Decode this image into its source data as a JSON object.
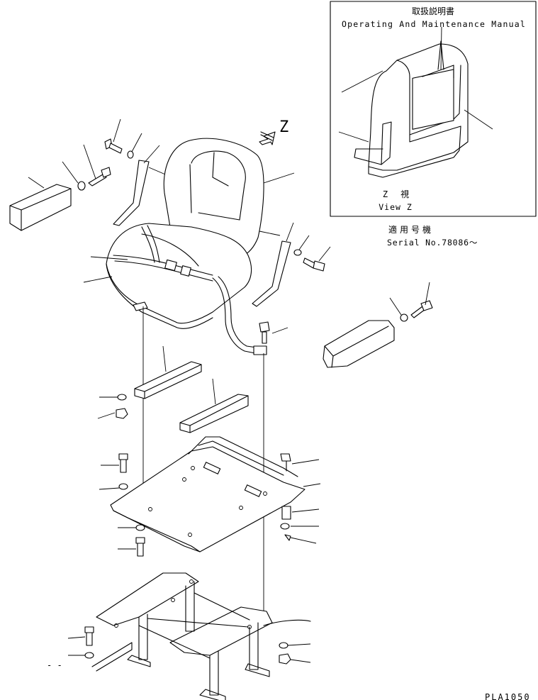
{
  "inset": {
    "title_jp": "取扱説明書",
    "title_en": "Operating And Maintenance Manual",
    "view_jp": "Z　視",
    "view_en": "View Z"
  },
  "serial": {
    "label_jp": "適用号機",
    "label_en": "Serial No.78086〜"
  },
  "view_arrow_letter": "Z",
  "drawing_code": "PLA1050",
  "margin_mark": "- -"
}
